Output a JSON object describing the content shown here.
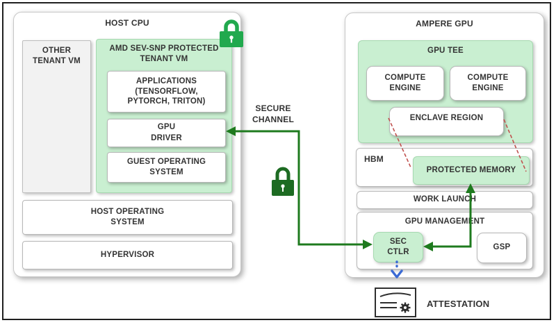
{
  "host": {
    "title": "HOST CPU",
    "other_tenant_vm": "OTHER\nTENANT VM",
    "sev_vm": {
      "title": "AMD SEV-SNP PROTECTED\nTENANT VM",
      "applications": "APPLICATIONS\n(TENSORFLOW,\nPYTORCH, TRITON)",
      "gpu_driver": "GPU\nDRIVER",
      "guest_os": "GUEST OPERATING\nSYSTEM"
    },
    "host_os": "HOST OPERATING\nSYSTEM",
    "hypervisor": "HYPERVISOR"
  },
  "channel": {
    "label": "SECURE\nCHANNEL"
  },
  "gpu": {
    "title": "AMPERE GPU",
    "tee": {
      "title": "GPU TEE",
      "compute_engine_left": "COMPUTE\nENGINE",
      "compute_engine_right": "COMPUTE\nENGINE",
      "enclave_region": "ENCLAVE REGION"
    },
    "hbm": {
      "label": "HBM",
      "protected_memory": "PROTECTED MEMORY"
    },
    "work_launch": "WORK LAUNCH",
    "management": {
      "title": "GPU MANAGEMENT",
      "sec_ctlr": "SEC\nCTLR",
      "gsp": "GSP"
    }
  },
  "attestation": {
    "label": "ATTESTATION"
  },
  "icons": {
    "vm_lock": "lock-icon",
    "channel_lock": "lock-icon",
    "attestation_badge": "certificate-icon"
  },
  "colors": {
    "light-green": "#c9efd1",
    "green-border": "#a6d9b0",
    "arrow-green": "#1e7a1e",
    "lock-bright": "#21a94e",
    "lock-dark": "#1d6b22",
    "dash-red": "#c0504d",
    "dot-blue": "#3a6ad4",
    "box-border": "#b8b8b8",
    "text": "#333333"
  }
}
